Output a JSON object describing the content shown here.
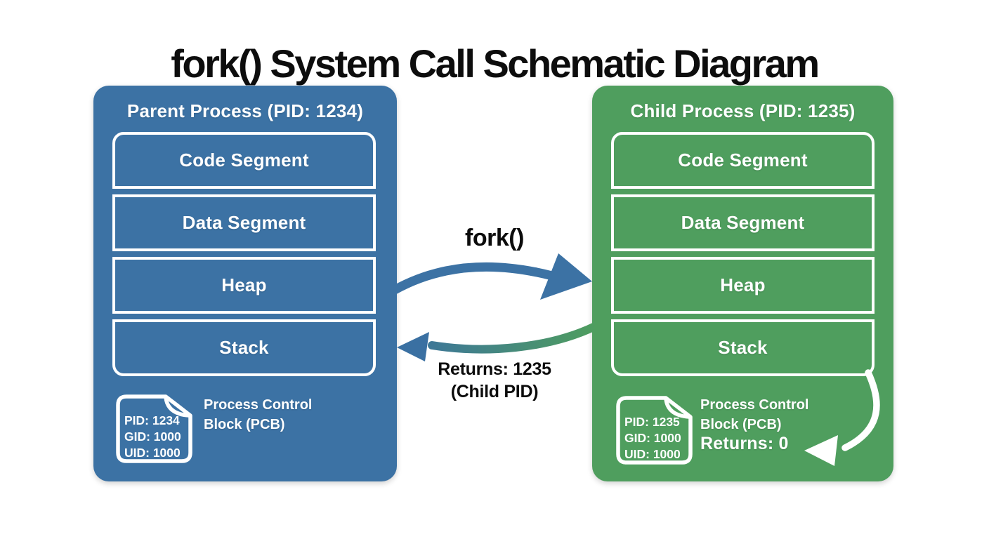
{
  "title": "fork() System Call Schematic Diagram",
  "colors": {
    "parent_box": "#3c72a4",
    "child_box": "#4f9e5e",
    "fork_arrow": "#3c72a4",
    "return_arrow_green": "#4f9e5e",
    "return_arrow_blue": "#3a70a2",
    "returns_zero_arrow": "#ffffff",
    "label_text": "#0d0d0d",
    "box_text": "#ffffff"
  },
  "parent": {
    "header": "Parent Process (PID: 1234)",
    "segments": [
      "Code Segment",
      "Data Segment",
      "Heap",
      "Stack"
    ],
    "pcb": {
      "lines": [
        "PID: 1234",
        "GID: 1000",
        "UID: 1000"
      ],
      "label": "Process Control Block (PCB)"
    }
  },
  "child": {
    "header": "Child Process (PID: 1235)",
    "segments": [
      "Code Segment",
      "Data Segment",
      "Heap",
      "Stack"
    ],
    "pcb": {
      "lines": [
        "PID: 1235",
        "GID: 1000",
        "UID: 1000"
      ],
      "label": "Process Control Block (PCB)",
      "returns": "Returns: 0"
    }
  },
  "fork_call": {
    "label": "fork()"
  },
  "return_path": {
    "line1": "Returns: 1235",
    "line2": "(Child PID)"
  }
}
